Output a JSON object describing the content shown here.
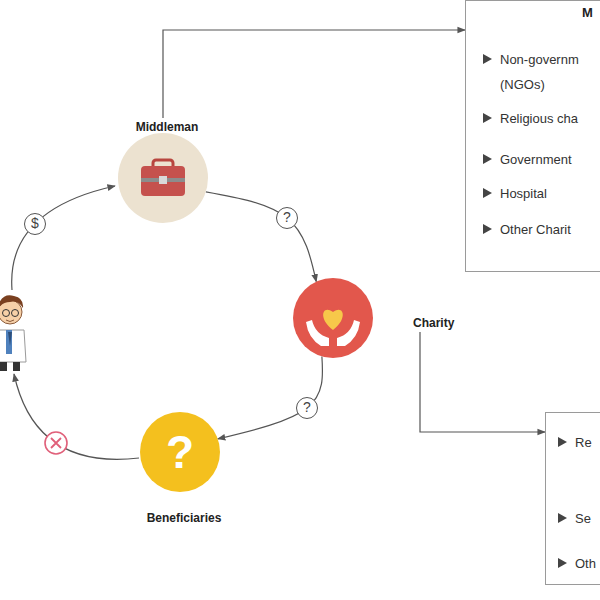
{
  "diagram": {
    "nodes": [
      {
        "text": [
          "Middleman"
        ]
      },
      {
        "text": [
          "M",
          "Non-governm (NGOs)",
          "Religious cha",
          "Government",
          "Hospital",
          "Other Charit"
        ]
      },
      {
        "text": [
          "Charity"
        ]
      },
      {
        "text": [
          "Re",
          "Se",
          "Oth"
        ]
      },
      {
        "text": [
          "?",
          "Beneficiaries"
        ]
      }
    ],
    "edges": [
      {
        "from": 0,
        "to": 1,
        "arrow": "to"
      },
      {
        "from": 0,
        "to": 2,
        "label": "?",
        "arrow": "to"
      },
      {
        "from": 2,
        "to": 4,
        "label": "?",
        "arrow": "to"
      },
      {
        "from": 2,
        "to": 3,
        "arrow": "to"
      }
    ],
    "labels": [
      "$"
    ]
  }
}
